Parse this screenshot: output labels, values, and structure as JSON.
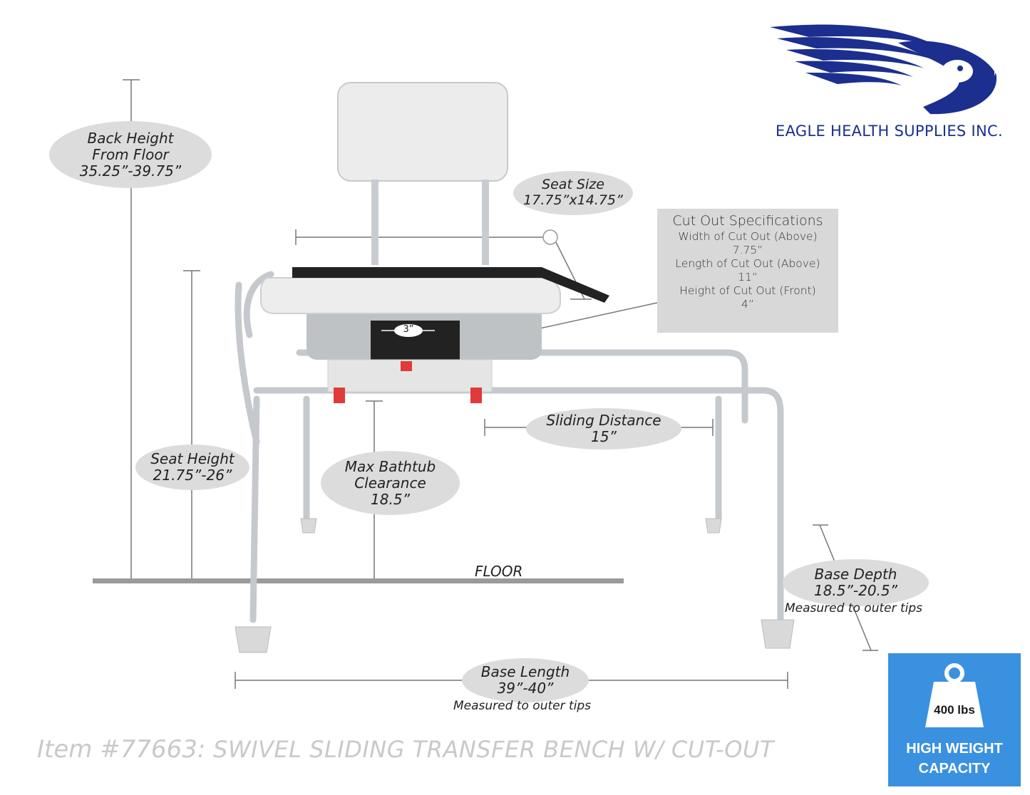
{
  "brand": {
    "name": "EAGLE HEALTH SUPPLIES INC.",
    "color": "#1c2f8e"
  },
  "callouts": {
    "back_height": {
      "line1": "Back Height",
      "line2": "From Floor",
      "line3": "35.25”-39.75”"
    },
    "seat_size": {
      "line1": "Seat Size",
      "line2": "17.75”x14.75”"
    },
    "seat_height": {
      "line1": "Seat Height",
      "line2": "21.75”-26”"
    },
    "bathtub_clearance": {
      "line1": "Max Bathtub",
      "line2": "Clearance",
      "line3": "18.5”"
    },
    "sliding_distance": {
      "line1": "Sliding Distance",
      "line2": "15”"
    },
    "base_depth": {
      "line1": "Base Depth",
      "line2": "18.5”-20.5”",
      "note": "Measured to outer tips"
    },
    "base_length": {
      "line1": "Base Length",
      "line2": "39”-40”",
      "note": "Measured to outer tips"
    },
    "cutout_gap": "3”",
    "floor": "FLOOR"
  },
  "cutout_specs": {
    "title": "Cut Out Specifications",
    "lines": [
      "Width of Cut Out (Above)",
      "7.75”",
      "Length of Cut Out (Above)",
      "11”",
      "Height of Cut Out (Front)",
      "4”"
    ]
  },
  "footer": {
    "item": "Item #77663:",
    "description": "SWIVEL SLIDING TRANSFER BENCH W/ CUT-OUT"
  },
  "badge": {
    "weight": "400 lbs",
    "line1": "HIGH WEIGHT",
    "line2": "CAPACITY",
    "color": "#3a91e0"
  }
}
